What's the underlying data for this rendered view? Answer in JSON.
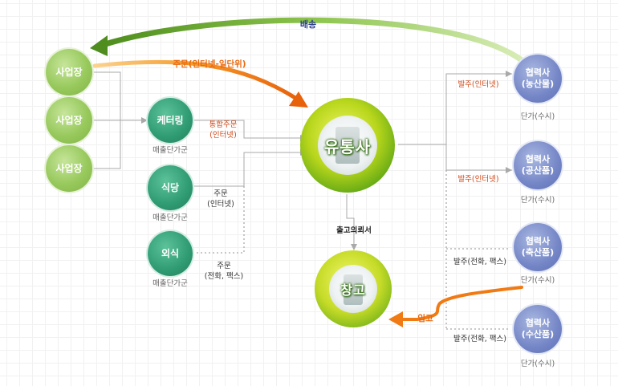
{
  "sites": [
    {
      "label": "사업장"
    },
    {
      "label": "사업장"
    },
    {
      "label": "사업장"
    }
  ],
  "customers": [
    {
      "label": "케터링",
      "sub": "매출단가군"
    },
    {
      "label": "식당",
      "sub": "매출단가군"
    },
    {
      "label": "외식",
      "sub": "매출단가군"
    }
  ],
  "hub": {
    "label": "유통사"
  },
  "warehouse": {
    "label": "창고"
  },
  "partners": [
    {
      "label": "협력사\n(농산물)",
      "sub": "단가(수시)",
      "order": "발주(인터넷)"
    },
    {
      "label": "협력사\n(공산품)",
      "sub": "단가(수시)",
      "order": "발주(인터넷)"
    },
    {
      "label": "협력사\n(축산품)",
      "sub": "단가(수시)",
      "order": "발주(전화, 팩스)"
    },
    {
      "label": "협력사\n(수산품)",
      "sub": "단가(수시)",
      "order": "발주(전화, 팩스)"
    }
  ],
  "labels": {
    "delivery": "배송",
    "site_order": "주문(인터넷-일단위)",
    "combined_order": "통합주문\n(인터넷)",
    "order_internet": "주문\n(인터넷)",
    "order_phone": "주문\n(전화, 팩스)",
    "release_doc": "출고의뢰서",
    "inbound": "입고"
  },
  "colors": {
    "delivery_arrow": "#6aa52a",
    "order_arrow": "#f07a14",
    "connector": "#a9a9a9"
  }
}
